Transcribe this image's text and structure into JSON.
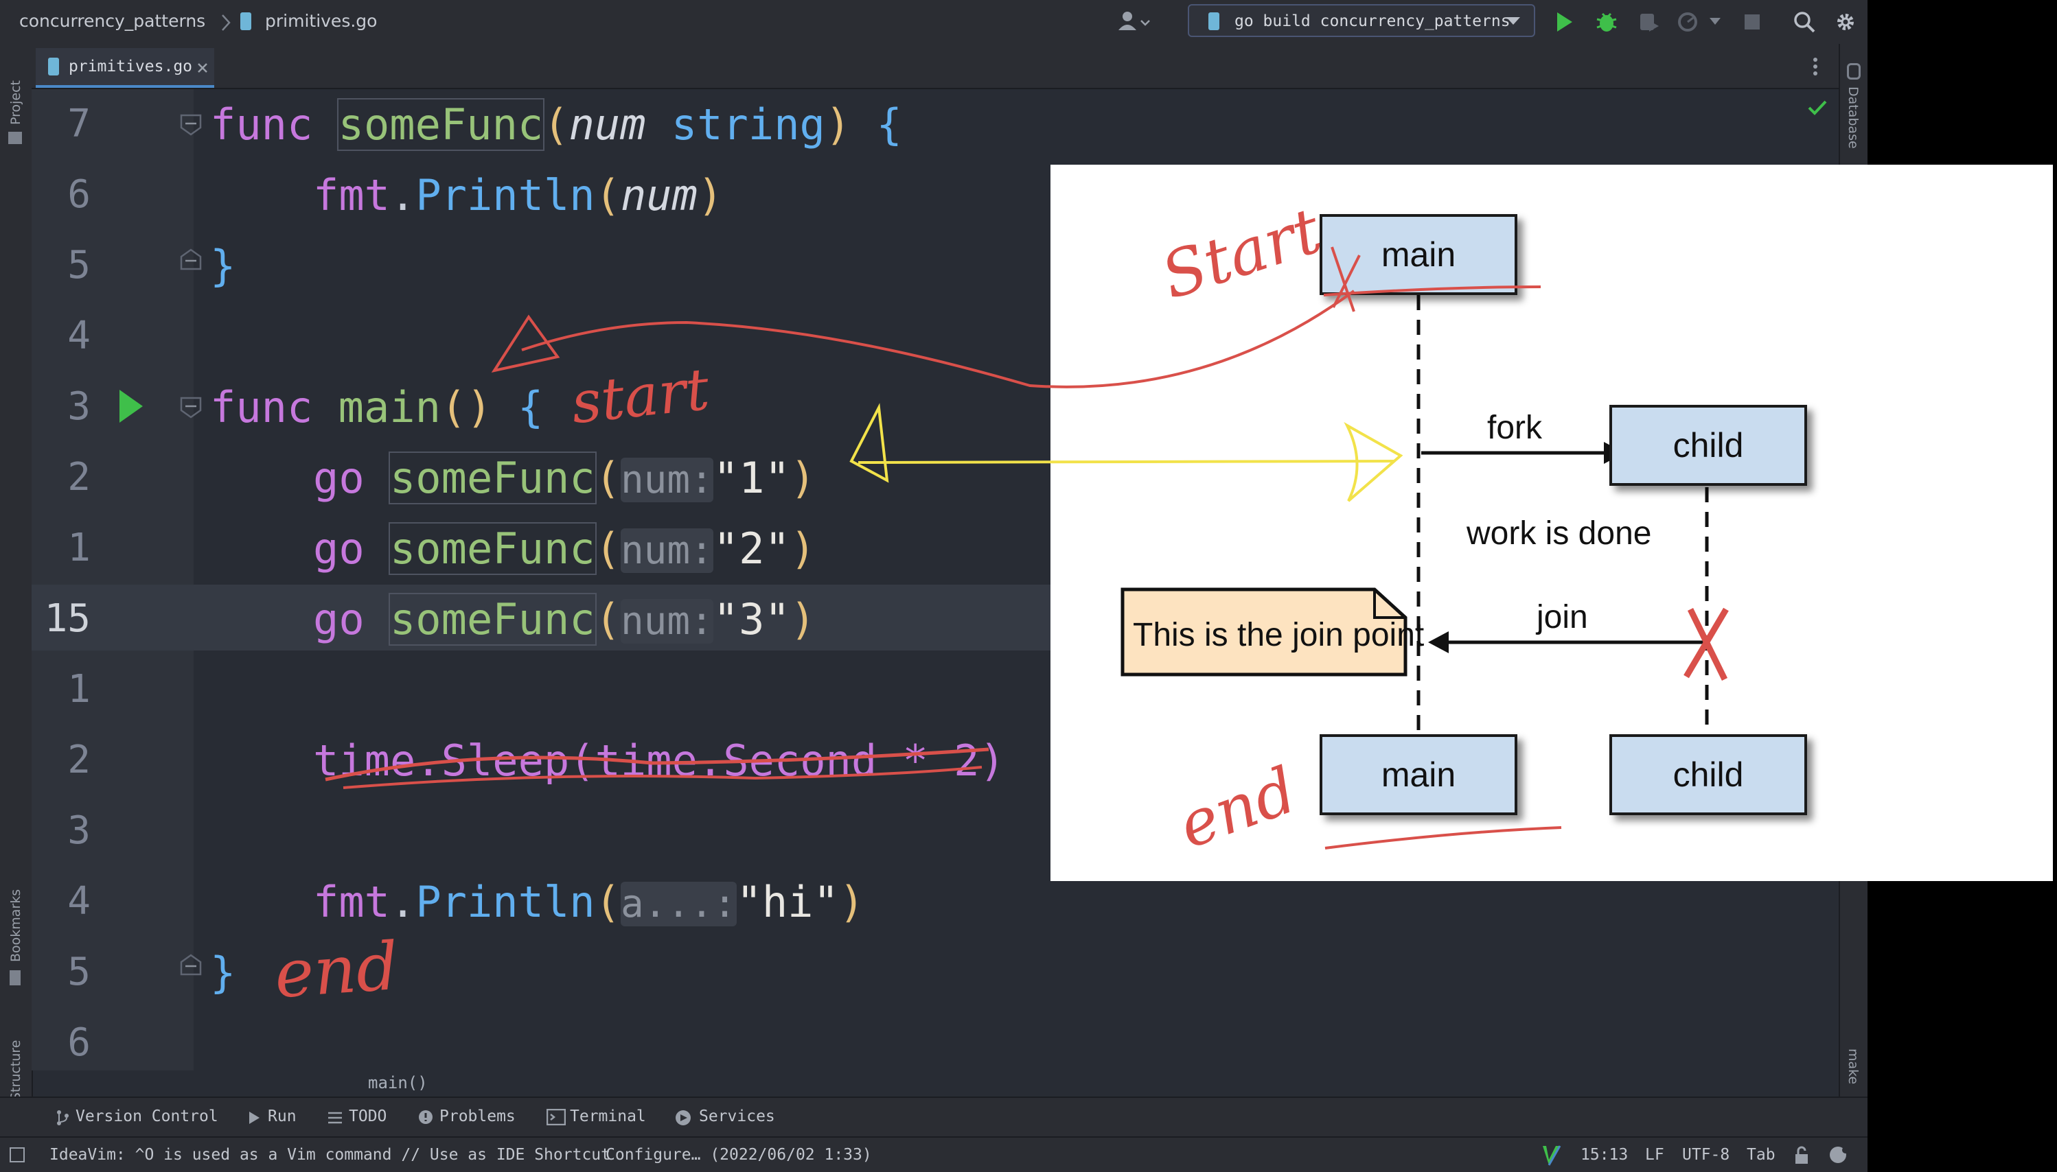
{
  "breadcrumb": {
    "project": "concurrency_patterns",
    "file": "primitives.go"
  },
  "run_config": {
    "label": "go build concurrency_patterns"
  },
  "tab": {
    "label": "primitives.go"
  },
  "tool_strips": {
    "left_top": "Project",
    "left_mid": "Bookmarks",
    "left_bottom": "Structure",
    "right_top": "Database",
    "right_bottom": "make"
  },
  "editor": {
    "line_numbers": [
      "7",
      "6",
      "5",
      "4",
      "3",
      "2",
      "1",
      "15",
      "1",
      "2",
      "3",
      "4",
      "5",
      "6"
    ],
    "lines": {
      "l1": {
        "kw": "func",
        "name": "someFunc",
        "open": "(",
        "param": "num",
        "type": "string",
        "close": ")",
        "brace": "{"
      },
      "l2": {
        "pkg": "fmt",
        "dot": ".",
        "call": "Println",
        "open": "(",
        "arg": "num",
        "close": ")"
      },
      "l3": {
        "brace": "}"
      },
      "l5": {
        "kw": "func",
        "name": "main",
        "parens": "()",
        "brace": "{"
      },
      "l6": {
        "go": "go",
        "call": "someFunc",
        "open": "(",
        "hint": "num:",
        "arg": "\"1\"",
        "close": ")"
      },
      "l7": {
        "go": "go",
        "call": "someFunc",
        "open": "(",
        "hint": "num:",
        "arg": "\"2\"",
        "close": ")"
      },
      "l8": {
        "go": "go",
        "call": "someFunc",
        "open": "(",
        "hint": "num:",
        "arg": "\"3\"",
        "close": ")"
      },
      "l10": {
        "text": "time.Sleep(time.Second * 2)"
      },
      "l12": {
        "pkg": "fmt",
        "dot": ".",
        "call": "Println",
        "open": "(",
        "hint": "a...:",
        "arg": "\"hi\"",
        "close": ")"
      },
      "l13": {
        "brace": "}"
      }
    },
    "context_crumb": "main()"
  },
  "annotations": {
    "start_code": "start",
    "end_code": "end",
    "start_diagram": "Start",
    "end_diagram": "end"
  },
  "diagram": {
    "main_top": "main",
    "child_top": "child",
    "fork_label": "fork",
    "work_label": "work is done",
    "join_label": "join",
    "note": "This is the join point",
    "main_bottom": "main",
    "child_bottom": "child"
  },
  "tool_windows": [
    "Version Control",
    "Run",
    "TODO",
    "Problems",
    "Terminal",
    "Services"
  ],
  "status": {
    "message": "IdeaVim: ^O is used as a Vim command // Use as IDE Shortcut",
    "configure": "Configure… (2022/06/02 1:33)",
    "position": "15:13",
    "line_sep": "LF",
    "encoding": "UTF-8",
    "indent": "Tab"
  },
  "colors": {
    "editor_bg": "#282c34",
    "keyword": "#c678dd",
    "function": "#98c379",
    "type": "#61afef",
    "paren": "#e5c07b",
    "pen_red": "#d9504a",
    "pen_yellow": "#f2e24a",
    "diagram_box": "#c9dcef",
    "note_fill": "#fde3c0",
    "run_green": "#3fbf4a"
  }
}
